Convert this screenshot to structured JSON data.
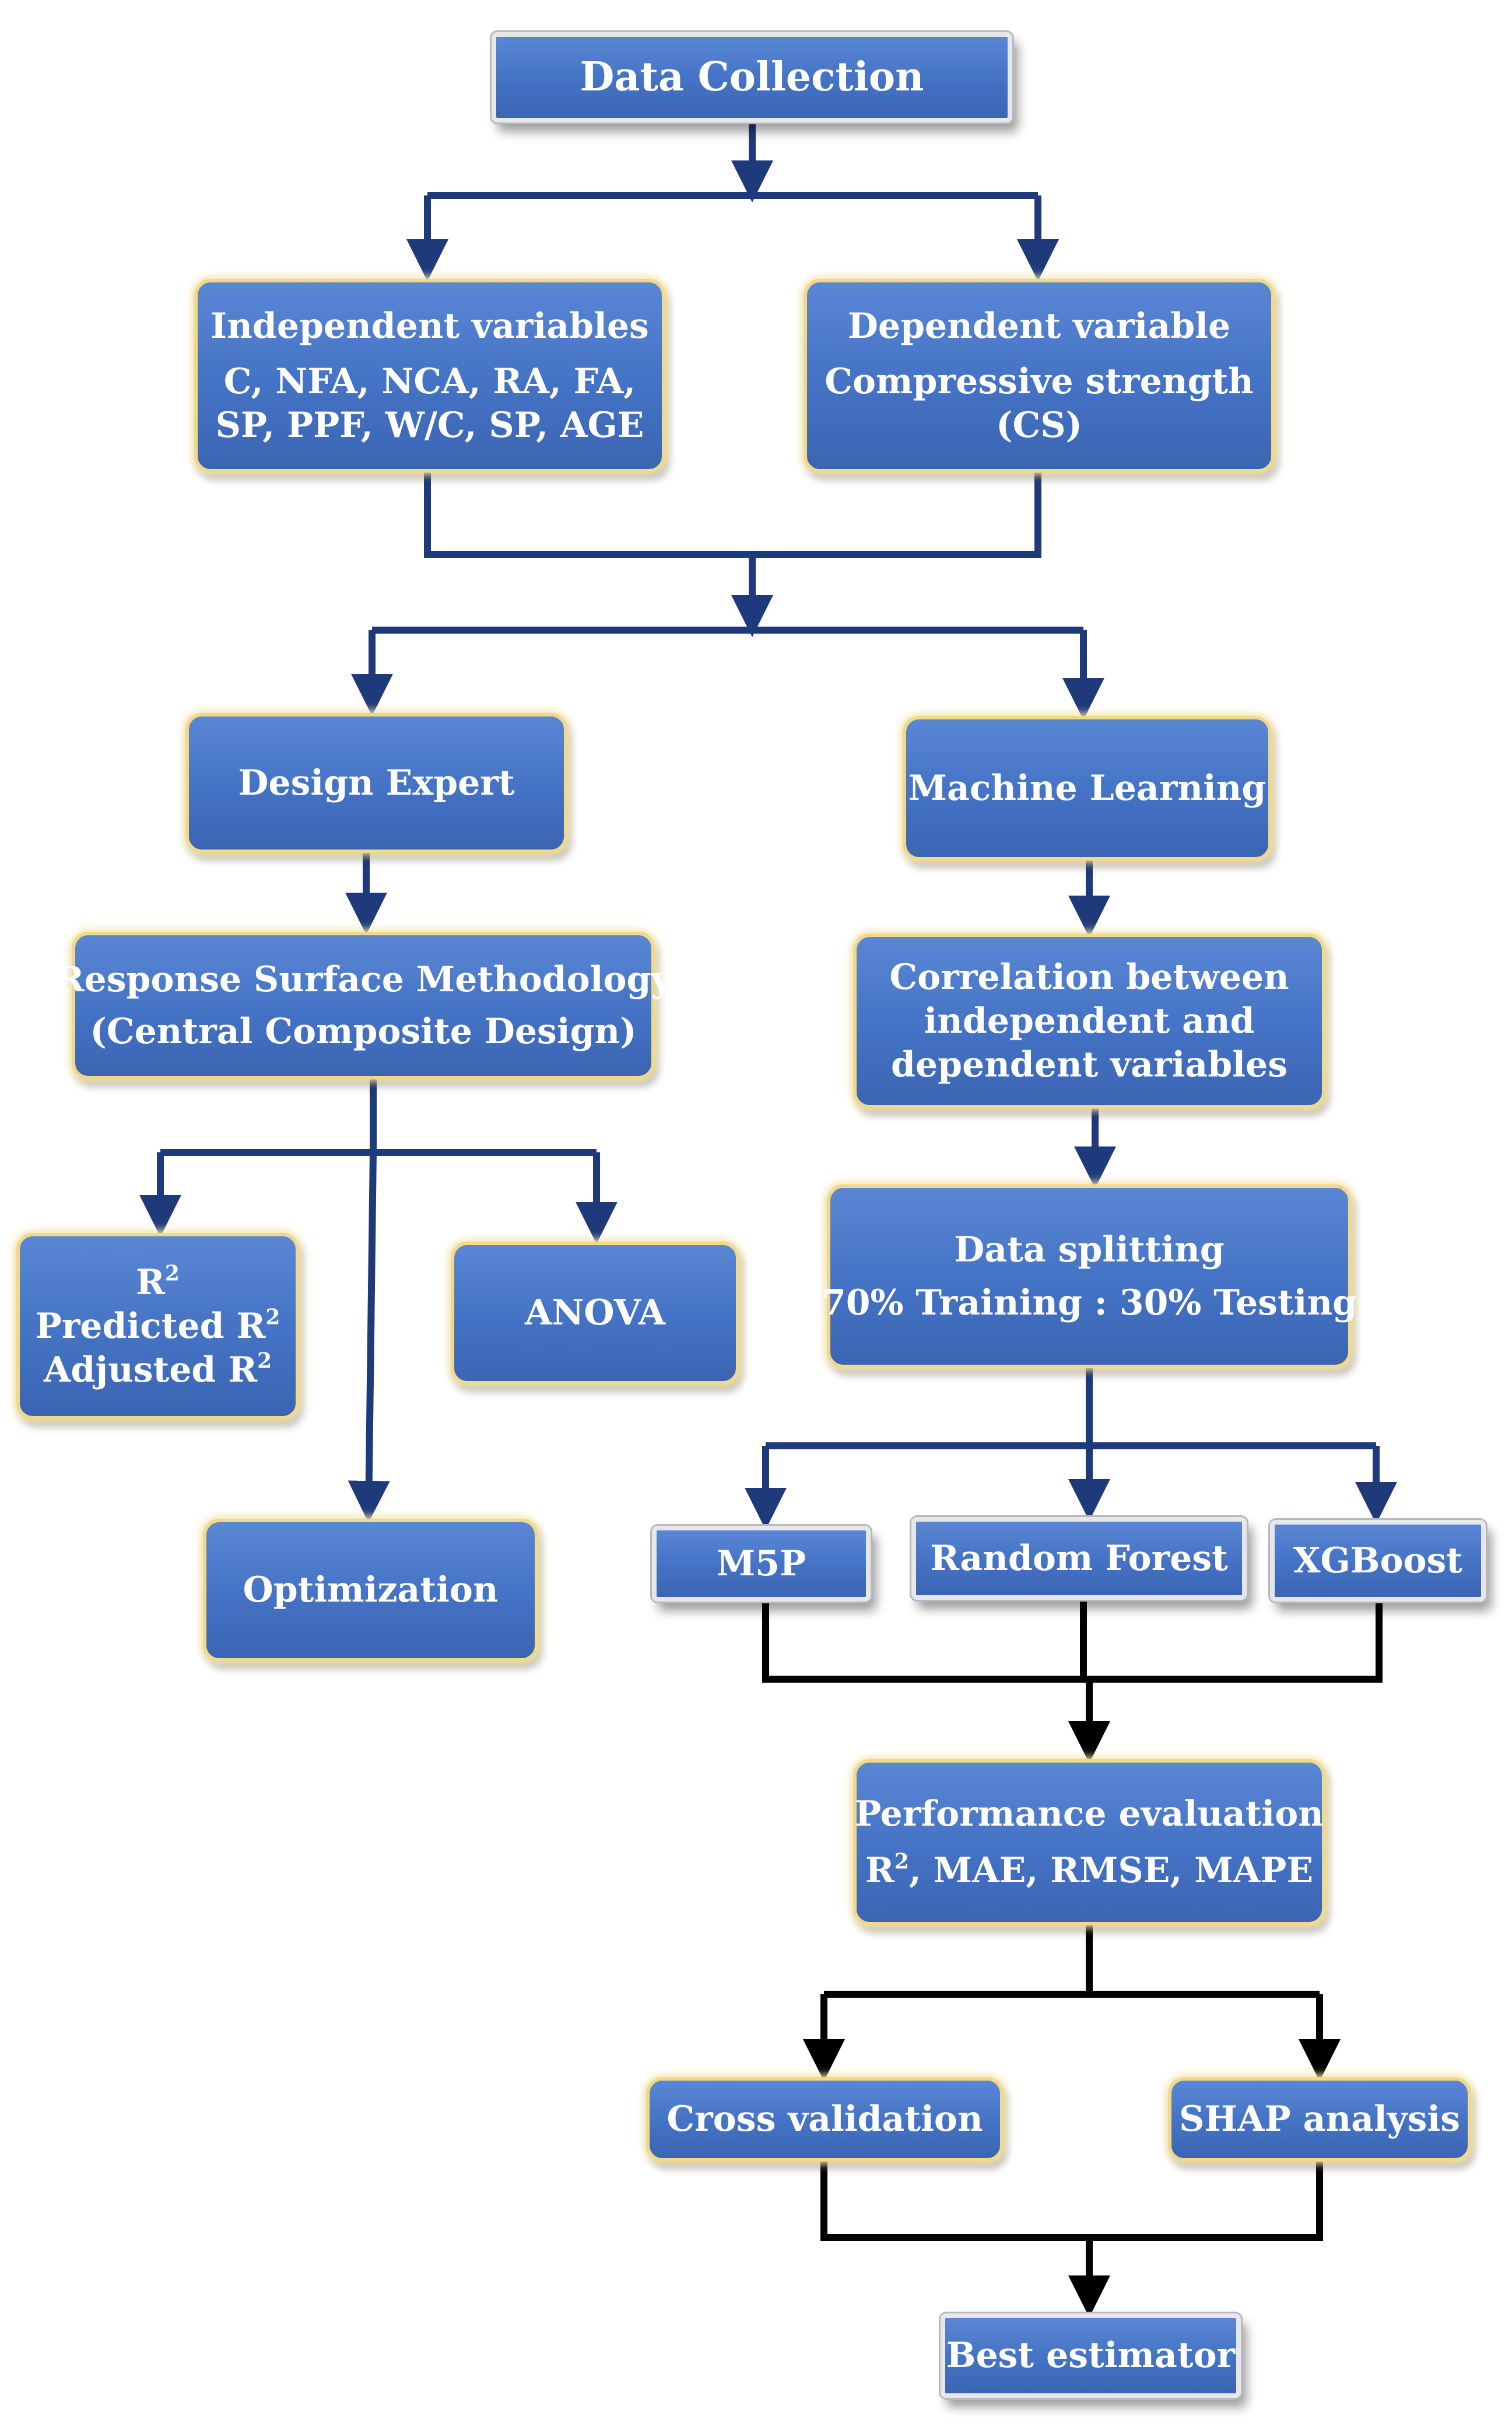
{
  "nodes": {
    "data_collection": {
      "label": "Data Collection"
    },
    "independent_variables": {
      "title": "Independent variables",
      "line2": "C, NFA, NCA, RA, FA,",
      "line3": "SP, PPF, W/C, SP, AGE"
    },
    "dependent_variable": {
      "title": "Dependent variable",
      "line2": "Compressive strength",
      "line3": "(CS)"
    },
    "design_expert": {
      "label": "Design Expert"
    },
    "machine_learning": {
      "label": "Machine Learning"
    },
    "rsm": {
      "line1": "Response Surface Methodology",
      "line2": "(Central Composite Design)"
    },
    "correlation": {
      "line1": "Correlation between",
      "line2": "independent and",
      "line3": "dependent variables"
    },
    "r_squared": {
      "r": "R",
      "predicted": "Predicted R",
      "adjusted": "Adjusted R",
      "sup": "2"
    },
    "anova": {
      "label": "ANOVA"
    },
    "data_splitting": {
      "title": "Data splitting",
      "line2": "70% Training : 30% Testing"
    },
    "optimization": {
      "label": "Optimization"
    },
    "m5p": {
      "label": "M5P"
    },
    "random_forest": {
      "label": "Random Forest"
    },
    "xgboost": {
      "label": "XGBoost"
    },
    "performance": {
      "title": "Performance evaluation",
      "r": "R",
      "sup": "2",
      "metrics": ", MAE, RMSE, MAPE"
    },
    "cross_validation": {
      "label": "Cross validation"
    },
    "shap": {
      "label": "SHAP analysis"
    },
    "best_estimator": {
      "label": "Best estimator"
    }
  },
  "colors": {
    "box_fill": "#4472c4",
    "glow_border": "#f1d98b",
    "navy_connector": "#1f3a7a",
    "black_connector": "#000000",
    "text": "#ffffff"
  }
}
